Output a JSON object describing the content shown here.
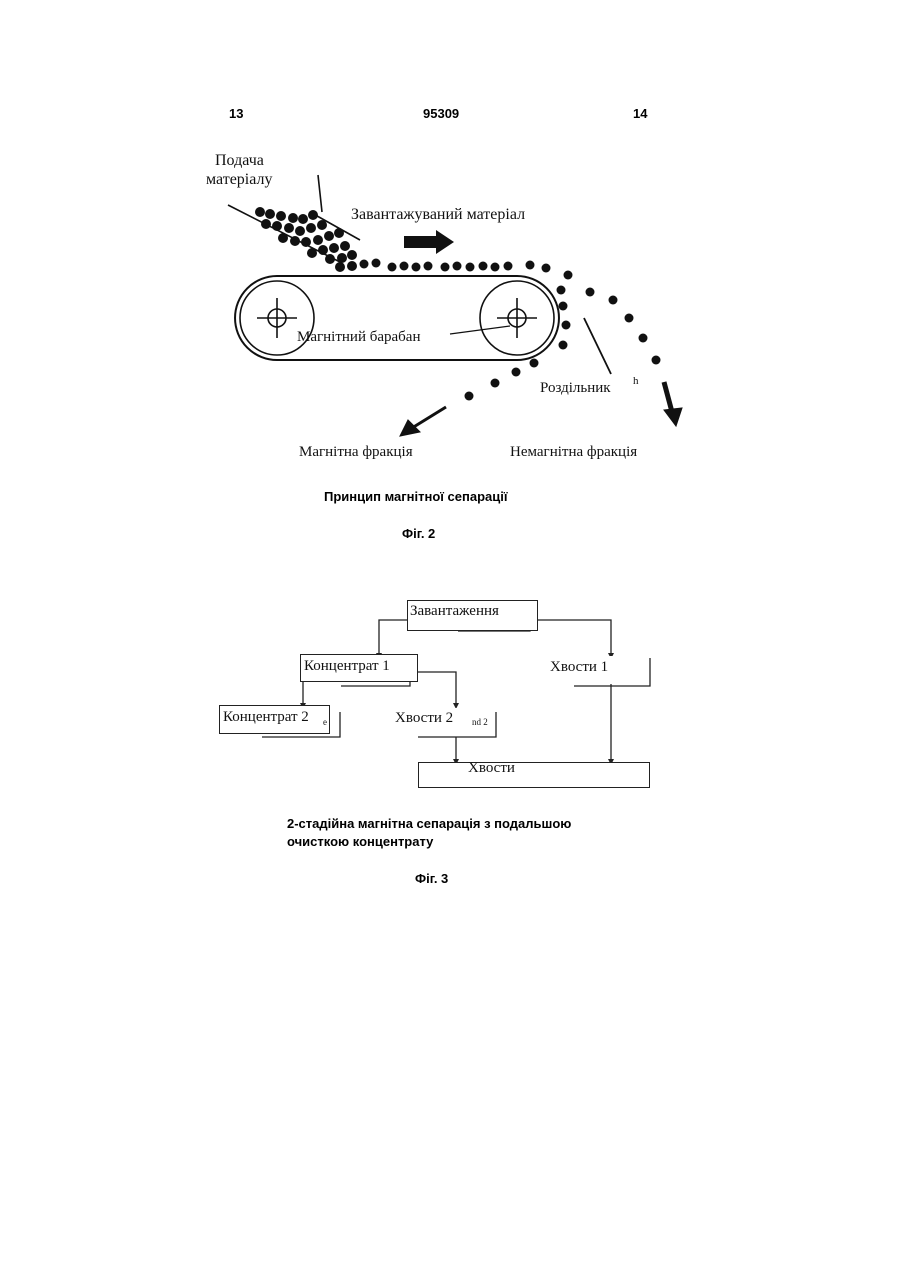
{
  "header": {
    "page_left": "13",
    "doc_number": "95309",
    "page_right": "14"
  },
  "fig2": {
    "labels": {
      "feed": [
        "Подача",
        "матеріалу"
      ],
      "loaded_material": "Завантажуваний матеріал",
      "magnetic_drum": "Магнітний барабан",
      "separator": "Роздільник",
      "separator_mark": "h",
      "magnetic_fraction": "Магнітна фракція",
      "nonmagnetic_fraction": "Немагнітна фракція"
    },
    "caption": "Принцип магнітної сепарації",
    "fig_label": "Фіг. 2"
  },
  "fig3": {
    "boxes": {
      "loading": "Завантаження",
      "concentrate1": "Концентрат 1",
      "tails1": "Хвости 1",
      "concentrate2": "Концентрат 2",
      "concentrate2_sub": "е",
      "tails2": "Хвости 2",
      "tails2_sub": "nd 2",
      "tails": "Хвости"
    },
    "caption": [
      "2-стадійна магнітна сепарація з подальшою",
      "очисткою концентрату"
    ],
    "fig_label": "Фіг. 3"
  }
}
